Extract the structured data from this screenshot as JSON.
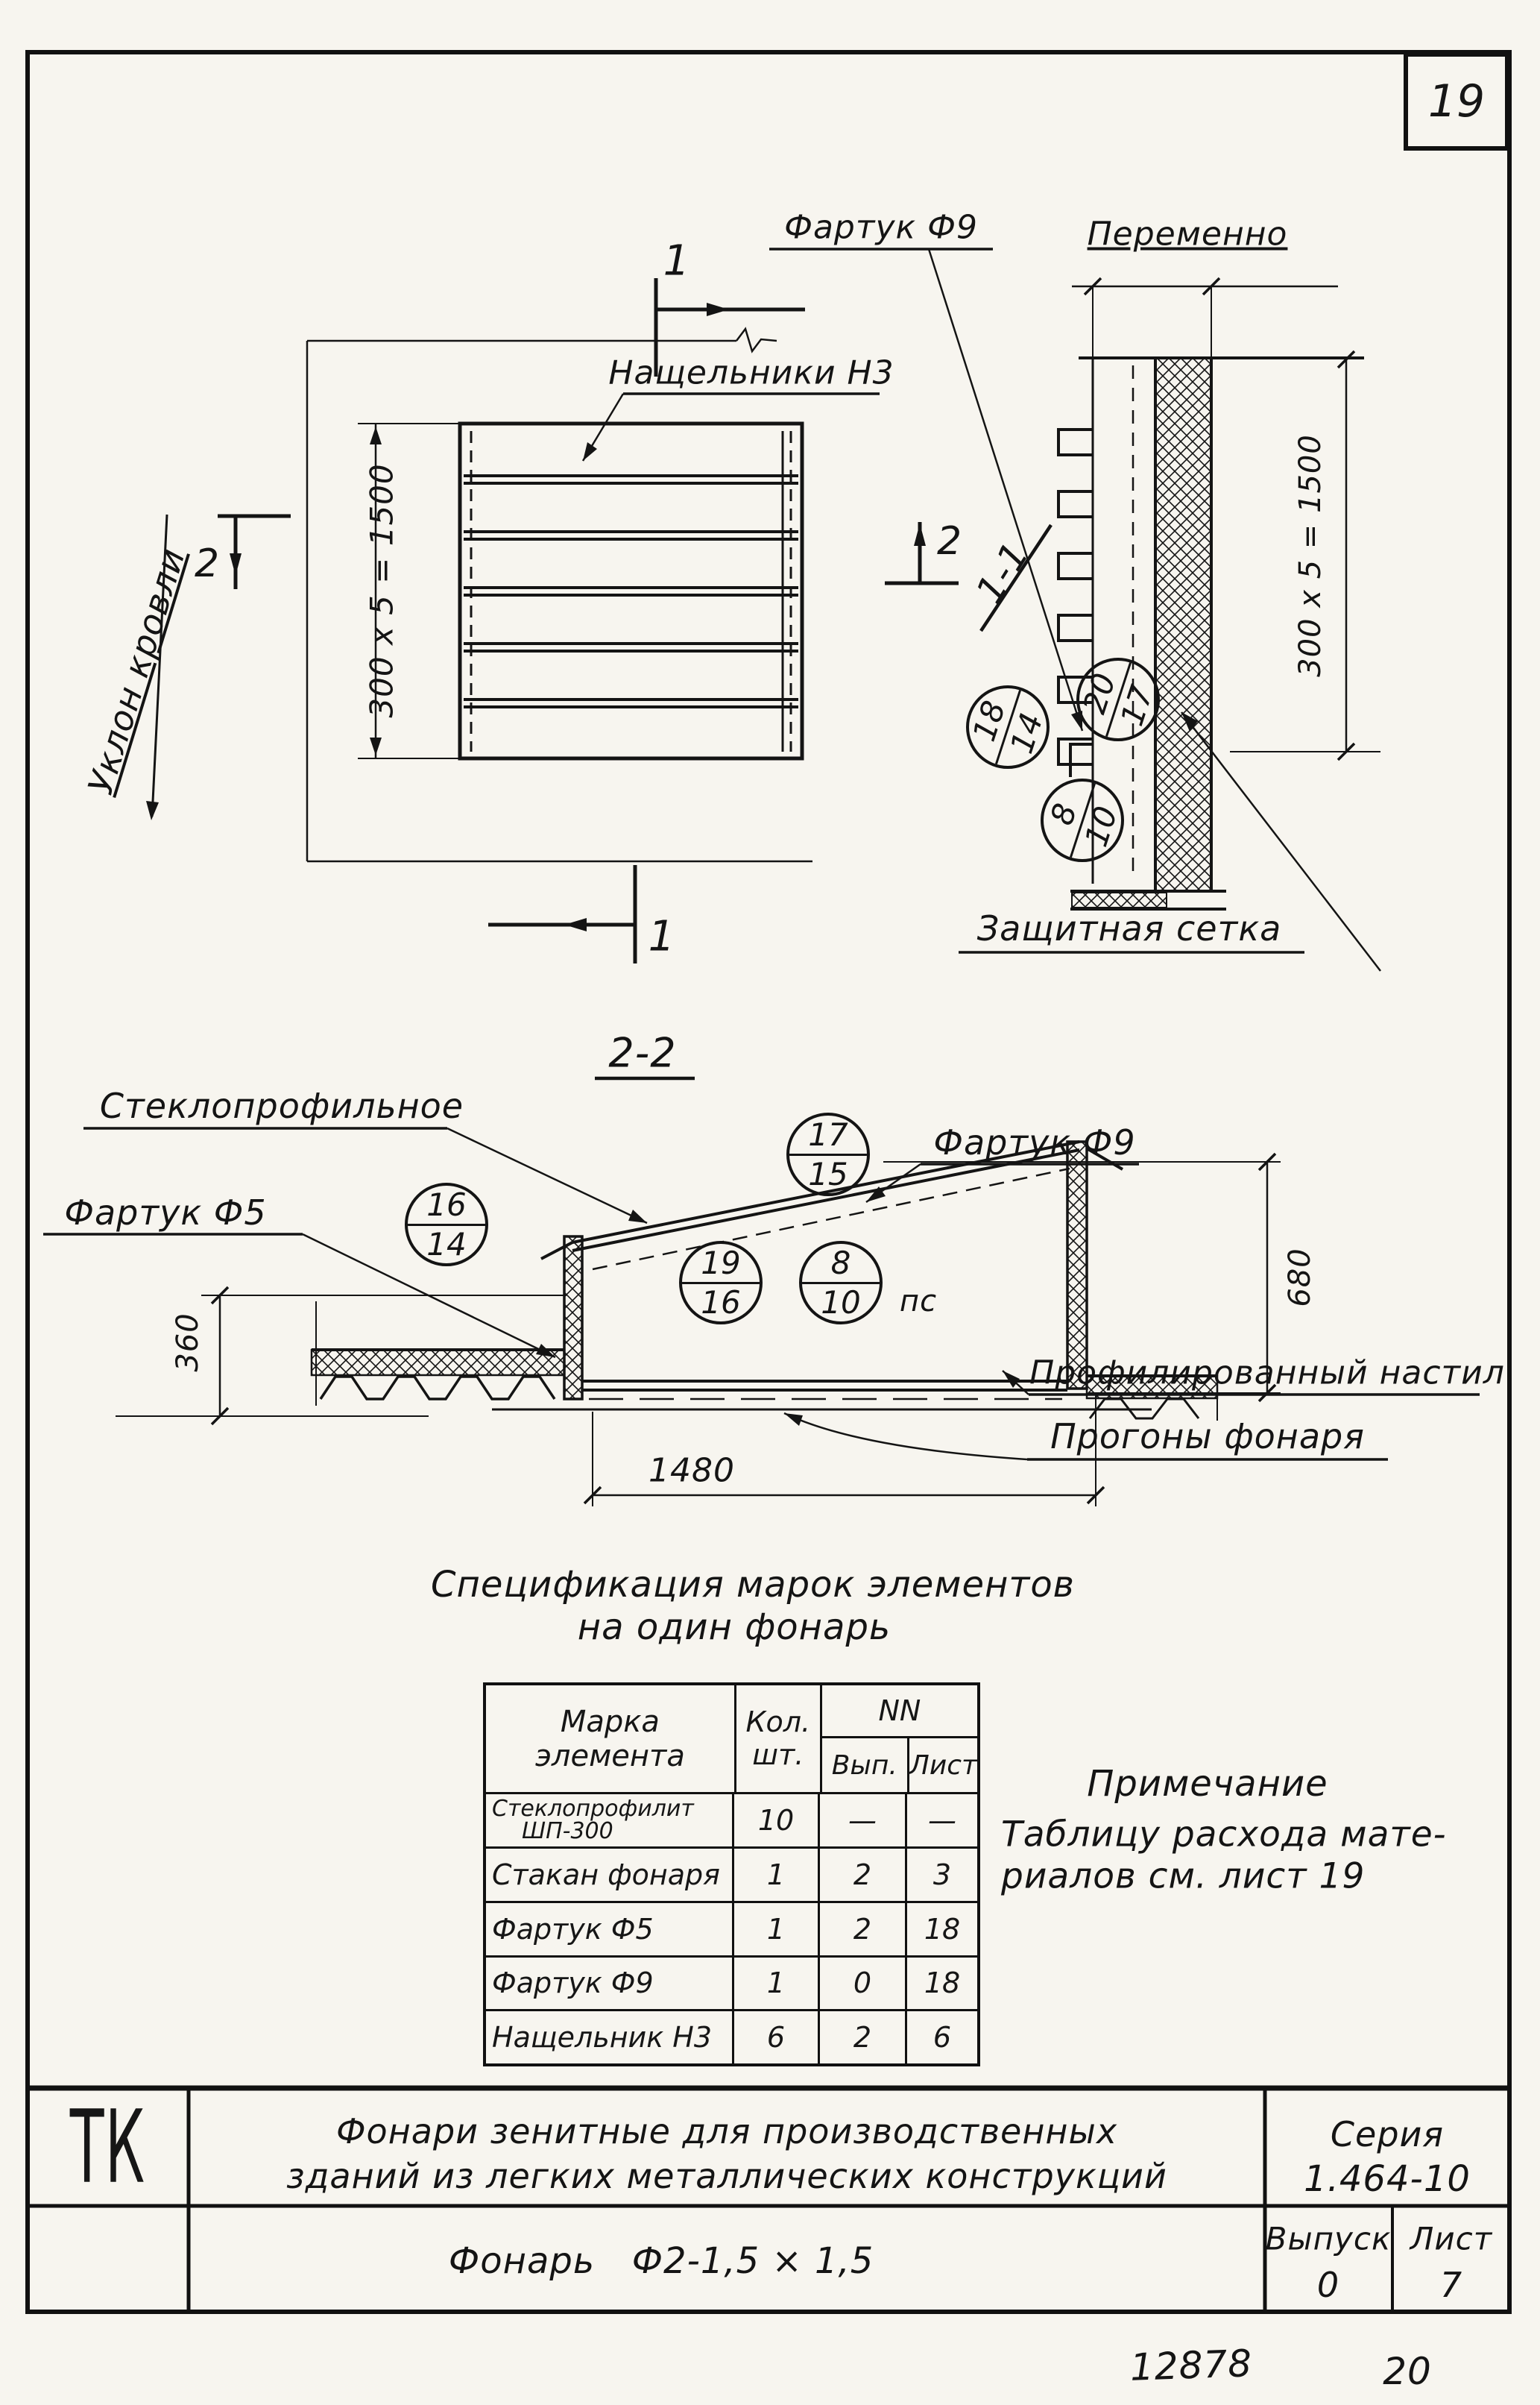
{
  "page": {
    "sheet_box_number": "19",
    "doc_number": "12878",
    "footnote_number": "20"
  },
  "plan": {
    "section_mark_1": "1",
    "section_mark_2": "2",
    "apron_label": "Фартук Ф9",
    "strip_label": "Нащельники Н3",
    "slope_label": "Уклон кровли",
    "dim_vertical": "300 x 5 = 1500"
  },
  "section11": {
    "title": "1-1",
    "variable_label": "Переменно",
    "dim_vertical": "300 x 5 = 1500",
    "mesh_label": "Защитная сетка",
    "bubbles": [
      {
        "top": "18",
        "bottom": "14"
      },
      {
        "top": "20",
        "bottom": "17"
      },
      {
        "top": "8",
        "bottom": "10"
      }
    ]
  },
  "section22": {
    "title": "2-2",
    "glass_label": "Стеклопрофильное",
    "apron5_label": "Фартук Ф5",
    "apron9_label": "Фартук Ф9",
    "deck_label": "Профилированный настил",
    "purlin_label": "Прогоны фонаря",
    "ps_label": "пс",
    "dim_360": "360",
    "dim_680": "680",
    "dim_1480": "1480",
    "bubbles": [
      {
        "top": "16",
        "bottom": "14"
      },
      {
        "top": "17",
        "bottom": "15"
      },
      {
        "top": "19",
        "bottom": "16"
      },
      {
        "top": "8",
        "bottom": "10"
      }
    ]
  },
  "spec": {
    "title_line1": "Спецификация марок элементов",
    "title_line2": "на один фонарь",
    "header": {
      "name_l1": "Марка",
      "name_l2": "элемента",
      "qty_l1": "Кол.",
      "qty_l2": "шт.",
      "nn": "NN",
      "issue": "Вып.",
      "sheet": "Лист"
    },
    "rows": [
      {
        "name": "Стеклопрофилит",
        "name2": "ШП-300",
        "qty": "10",
        "issue": "—",
        "sheet": "—"
      },
      {
        "name": "Стакан фонаря",
        "qty": "1",
        "issue": "2",
        "sheet": "3"
      },
      {
        "name": "Фартук Ф5",
        "qty": "1",
        "issue": "2",
        "sheet": "18"
      },
      {
        "name": "Фартук Ф9",
        "qty": "1",
        "issue": "0",
        "sheet": "18"
      },
      {
        "name": "Нащельник Н3",
        "qty": "6",
        "issue": "2",
        "sheet": "6"
      }
    ]
  },
  "note": {
    "title": "Примечание",
    "line1": "Таблицу расхода мате-",
    "line2": "риалов см. лист 19"
  },
  "title_block": {
    "logo": "ТК",
    "title_line1": "Фонари зенитные для производственных",
    "title_line2": "зданий из легких металлических конструкций",
    "subtitle_name": "Фонарь",
    "subtitle_mark": "Ф2-1,5 × 1,5",
    "series_label": "Серия",
    "series_value": "1.464-10",
    "issue_label": "Выпуск",
    "issue_value": "0",
    "sheet_label": "Лист",
    "sheet_value": "7"
  }
}
